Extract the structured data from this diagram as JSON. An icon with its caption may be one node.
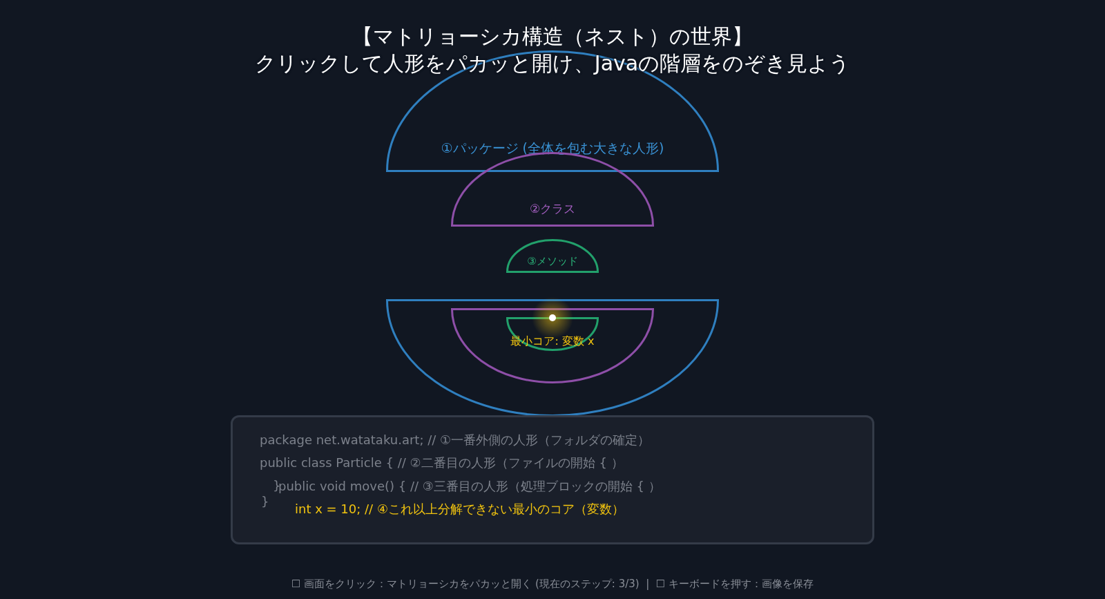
{
  "diagram": {
    "title": "【マトリョーシカ構造（ネスト）の世界】",
    "nodes": [
      {
        "text": [
          "①パッケージ (全体を包む大きな人形)"
        ]
      },
      {
        "text": [
          "②クラス"
        ]
      },
      {
        "text": [
          "③メソッド"
        ]
      },
      {
        "text": [],
        "shape": "semicircle"
      },
      {
        "text": [],
        "shape": "semicircle",
        "in": 3
      },
      {
        "text": [],
        "shape": "semicircle",
        "in": 4
      },
      {
        "text": [
          "package net.watataku.art; // ①一番外側の人形（フォルダの確定）",
          "public class Particle { // ②二番目の人形（ファイルの開始 { ）",
          "}",
          "public void move() { // ③三番目の人形（処理ブロックの開始 { ）",
          "}",
          "int x = 10; // ④これ以上分解できない最小のコア（変数）"
        ]
      }
    ],
    "edges": [],
    "labels": [
      "クリックして人形をパカッと開け、Javaの階層をのぞき見よう",
      "最小コア: 変数 x",
      "☐ 画面をクリック：マトリョーシカをパカッと開く (現在のステップ: 3/3)  |  ☐ キーボードを押す：画像を保存"
    ]
  }
}
